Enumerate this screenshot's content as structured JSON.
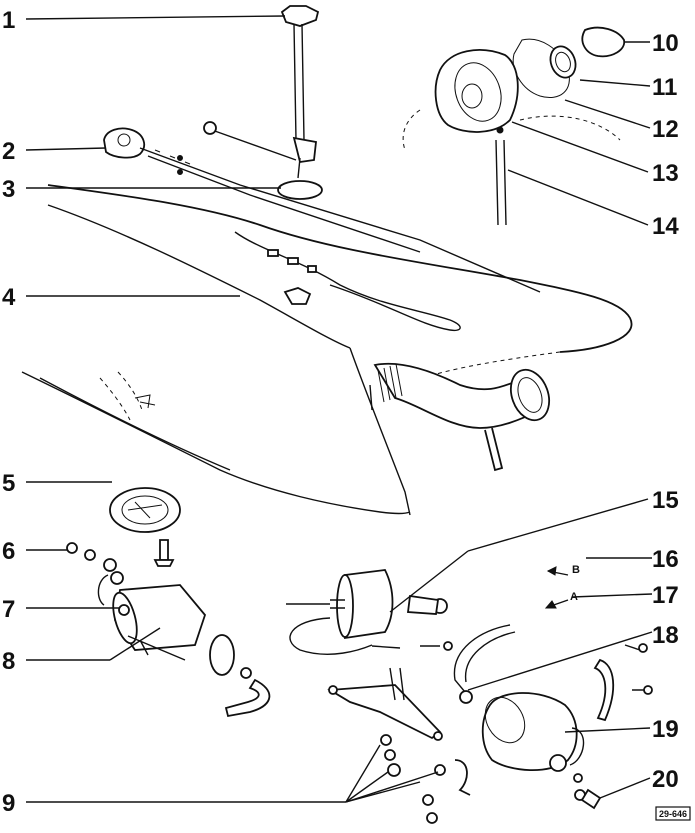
{
  "callouts": [
    "1",
    "2",
    "3",
    "4",
    "5",
    "6",
    "7",
    "8",
    "9",
    "10",
    "11",
    "12",
    "13",
    "14",
    "15",
    "16",
    "17",
    "18",
    "19",
    "20"
  ],
  "view_labels": {
    "b": "B",
    "a": "A"
  },
  "figure_ref": "29-646",
  "colors": {
    "ink": "#111111",
    "paper": "#ffffff"
  }
}
